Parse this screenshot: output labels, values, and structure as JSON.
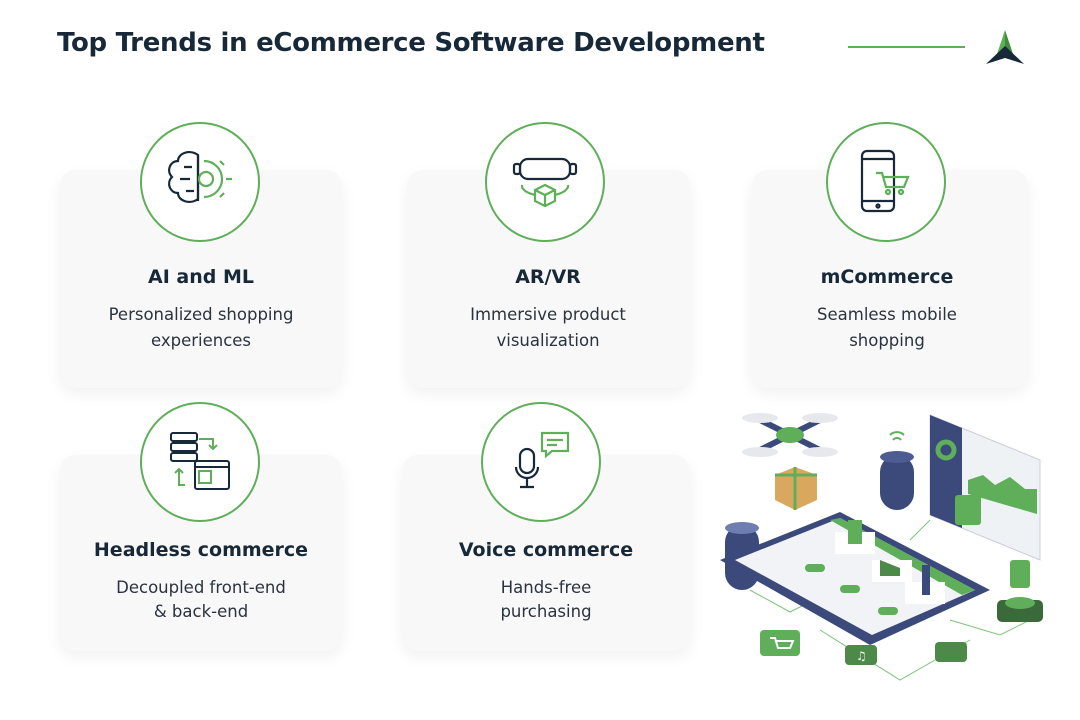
{
  "header": {
    "title": "Top Trends in eCommerce Software Development"
  },
  "colors": {
    "accent": "#5fae5a",
    "navy": "#172839",
    "card_bg": "#f7f8f7"
  },
  "trends": [
    {
      "title": "AI and ML",
      "desc1": "Personalized shopping",
      "desc2": "experiences",
      "icon": "brain-gear-icon"
    },
    {
      "title": "AR/VR",
      "desc1": "Immersive product",
      "desc2": "visualization",
      "icon": "vr-headset-icon"
    },
    {
      "title": "mCommerce",
      "desc1": "Seamless mobile",
      "desc2": "shopping",
      "icon": "mobile-cart-icon"
    },
    {
      "title": "Headless commerce",
      "desc1": "Decoupled front-end",
      "desc2": "& back-end",
      "icon": "server-browser-icon"
    },
    {
      "title": "Voice commerce",
      "desc1": "Hands-free",
      "desc2": "purchasing",
      "icon": "microphone-chat-icon"
    }
  ]
}
